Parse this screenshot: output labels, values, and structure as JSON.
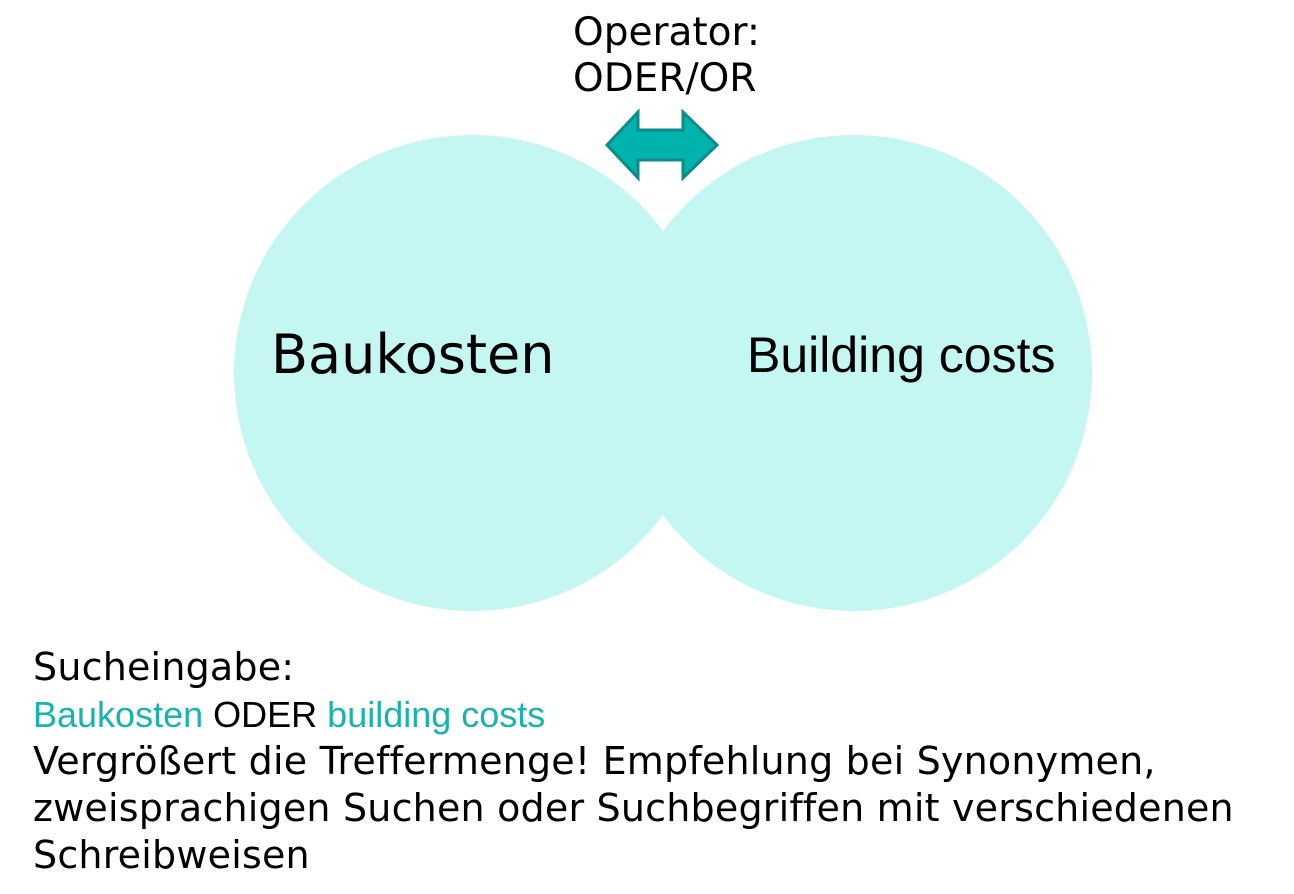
{
  "colors": {
    "circle_fill": "#c4f6f2",
    "arrow_fill": "#00b3ad",
    "arrow_stroke": "#0d8b87",
    "term_color": "#19b3ad",
    "text_color": "#000000"
  },
  "operator": {
    "line1": "Operator:",
    "line2": "ODER/OR"
  },
  "arrow_icon": "double-headed-arrow",
  "sets": {
    "left_label": "Baukosten",
    "right_label": "Building costs"
  },
  "caption": {
    "heading": "Sucheingabe:",
    "query": {
      "term1": "Baukosten",
      "operator": "ODER",
      "term2": "building costs"
    },
    "lines": [
      "Vergrößert die Treffermenge! Empfehlung bei Synonymen,",
      "zweisprachigen Suchen oder Suchbegriffen mit verschiedenen",
      "Schreibweisen"
    ]
  }
}
